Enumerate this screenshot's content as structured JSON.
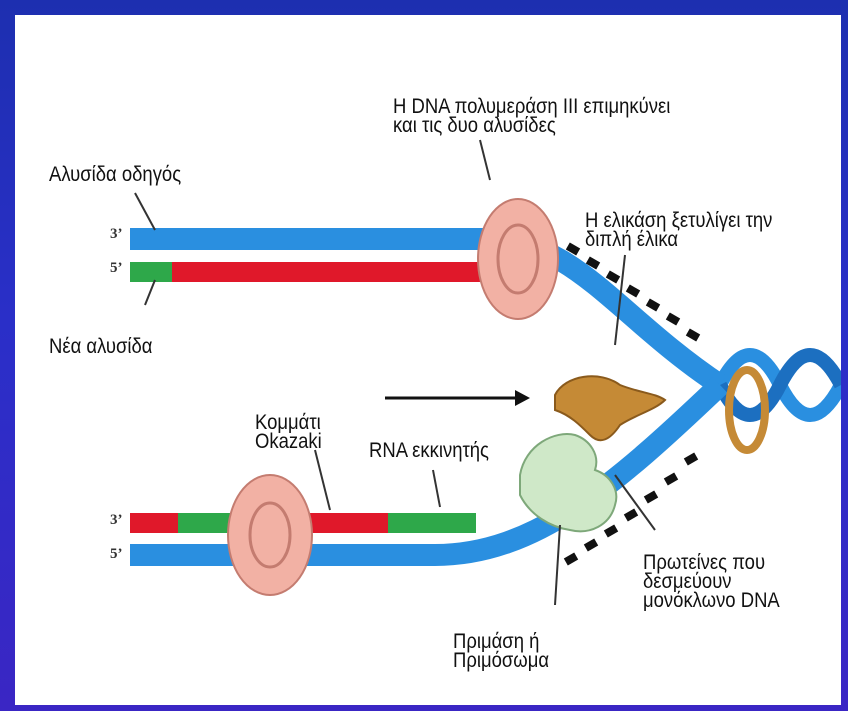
{
  "colors": {
    "frame": "#2a2fc8",
    "blue_strand": "#2a8fe0",
    "new_strand_red": "#e0182a",
    "rna_primer_green": "#2ea84a",
    "polymerase_ring": "#f2b1a4",
    "helicase": "#c58a36",
    "primase": "#cfe8c8",
    "ssb_protein": "#111111"
  },
  "labels": {
    "polymerase": [
      "Η DNA πολυμεράση ΙΙΙ επιμηκύνει",
      "και τις δυο αλυσίδες"
    ],
    "leading_strand": "Αλυσίδα οδηγός",
    "new_strand": "Νέα αλυσίδα",
    "helicase": [
      "Η ελικάση ξετυλίγει την",
      "διπλή έλικα"
    ],
    "okazaki": [
      "Κομμάτι",
      "Okazaki"
    ],
    "rna_primer": "RNA εκκινητής",
    "ssb": [
      "Πρωτείνες που",
      "δεσμεύουν",
      "μονόκλωνο DNA"
    ],
    "primase": [
      "Πριμάση ή",
      "Πριμόσωμα"
    ]
  },
  "strand_ends": {
    "top_3": "3’",
    "top_5": "5’",
    "bottom_3": "3’",
    "bottom_5": "5’"
  }
}
